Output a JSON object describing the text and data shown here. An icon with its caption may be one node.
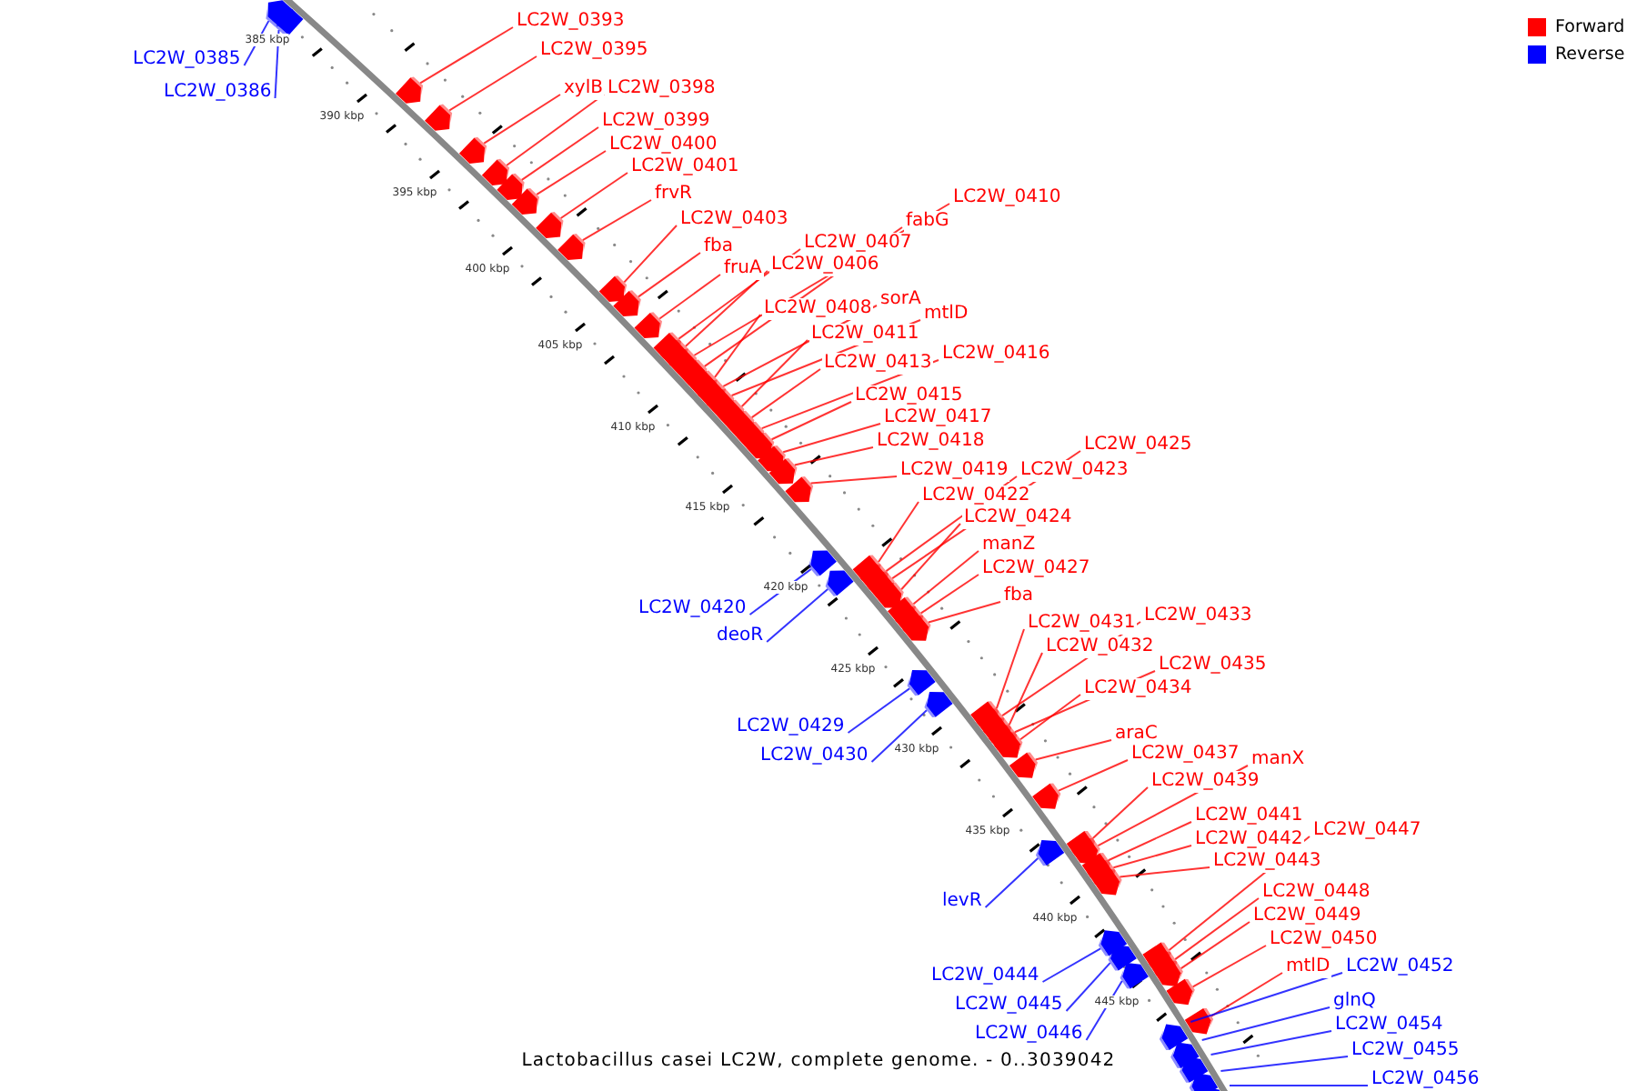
{
  "diagram": {
    "caption": "Lactobacillus casei LC2W, complete genome. - 0..3039042",
    "nodes": [
      {
        "text": [
          "LC2W_0385"
        ]
      },
      {
        "text": [
          "LC2W_0386"
        ]
      },
      {
        "text": [
          "LC2W_0393"
        ]
      },
      {
        "text": [
          "LC2W_0395"
        ]
      },
      {
        "text": [
          "xylB"
        ]
      },
      {
        "text": [
          "LC2W_0398"
        ]
      },
      {
        "text": [
          "LC2W_0399"
        ]
      },
      {
        "text": [
          "LC2W_0400"
        ]
      },
      {
        "text": [
          "LC2W_0401"
        ]
      },
      {
        "text": [
          "frvR"
        ]
      },
      {
        "text": [
          "LC2W_0403"
        ]
      },
      {
        "text": [
          "fba"
        ]
      },
      {
        "text": [
          "fruA"
        ]
      },
      {
        "text": [
          "LC2W_0407"
        ]
      },
      {
        "text": [
          "LC2W_0406"
        ]
      },
      {
        "text": [
          "LC2W_0410"
        ]
      },
      {
        "text": [
          "fabG"
        ]
      },
      {
        "text": [
          "LC2W_0408"
        ]
      },
      {
        "text": [
          "sorA"
        ]
      },
      {
        "text": [
          "mtlD"
        ]
      },
      {
        "text": [
          "LC2W_0411"
        ]
      },
      {
        "text": [
          "LC2W_0413"
        ]
      },
      {
        "text": [
          "LC2W_0416"
        ]
      },
      {
        "text": [
          "LC2W_0415"
        ]
      },
      {
        "text": [
          "LC2W_0417"
        ]
      },
      {
        "text": [
          "LC2W_0418"
        ]
      },
      {
        "text": [
          "LC2W_0419"
        ]
      },
      {
        "text": [
          "LC2W_0423"
        ]
      },
      {
        "text": [
          "LC2W_0425"
        ]
      },
      {
        "text": [
          "LC2W_0422"
        ]
      },
      {
        "text": [
          "LC2W_0424"
        ]
      },
      {
        "text": [
          "manZ"
        ]
      },
      {
        "text": [
          "LC2W_0427"
        ]
      },
      {
        "text": [
          "fba"
        ]
      },
      {
        "text": [
          "LC2W_0420"
        ]
      },
      {
        "text": [
          "deoR"
        ]
      },
      {
        "text": [
          "LC2W_0431"
        ]
      },
      {
        "text": [
          "LC2W_0433"
        ]
      },
      {
        "text": [
          "LC2W_0432"
        ]
      },
      {
        "text": [
          "LC2W_0435"
        ]
      },
      {
        "text": [
          "LC2W_0434"
        ]
      },
      {
        "text": [
          "araC"
        ]
      },
      {
        "text": [
          "LC2W_0437"
        ]
      },
      {
        "text": [
          "manX"
        ]
      },
      {
        "text": [
          "LC2W_0439"
        ]
      },
      {
        "text": [
          "LC2W_0441"
        ]
      },
      {
        "text": [
          "LC2W_0447"
        ]
      },
      {
        "text": [
          "LC2W_0442"
        ]
      },
      {
        "text": [
          "LC2W_0443"
        ]
      },
      {
        "text": [
          "LC2W_0448"
        ]
      },
      {
        "text": [
          "LC2W_0449"
        ]
      },
      {
        "text": [
          "LC2W_0450"
        ]
      },
      {
        "text": [
          "mtlD"
        ]
      },
      {
        "text": [
          "LC2W_0429"
        ]
      },
      {
        "text": [
          "LC2W_0430"
        ]
      },
      {
        "text": [
          "levR"
        ]
      },
      {
        "text": [
          "LC2W_0444"
        ]
      },
      {
        "text": [
          "LC2W_0445"
        ]
      },
      {
        "text": [
          "LC2W_0446"
        ]
      },
      {
        "text": [
          "LC2W_0452"
        ]
      },
      {
        "text": [
          "glnQ"
        ]
      },
      {
        "text": [
          "LC2W_0454"
        ]
      },
      {
        "text": [
          "LC2W_0455"
        ]
      },
      {
        "text": [
          "LC2W_0456"
        ]
      },
      {
        "text": [],
        "shape": "arrow"
      },
      {
        "text": [],
        "shape": "arrow"
      },
      {
        "text": [],
        "shape": "arrow"
      },
      {
        "text": [],
        "shape": "arrow"
      },
      {
        "text": [],
        "shape": "arrow"
      },
      {
        "text": [],
        "shape": "arrow"
      },
      {
        "text": [],
        "shape": "arrow"
      },
      {
        "text": [],
        "shape": "arrow"
      },
      {
        "text": [],
        "shape": "arrow"
      },
      {
        "text": [],
        "shape": "arrow"
      },
      {
        "text": [],
        "shape": "arrow"
      },
      {
        "text": [],
        "shape": "arrow"
      },
      {
        "text": [],
        "shape": "arrow"
      },
      {
        "text": [],
        "shape": "arrow"
      },
      {
        "text": [],
        "shape": "arrow"
      },
      {
        "text": [],
        "shape": "arrow"
      },
      {
        "text": [],
        "shape": "arrow"
      },
      {
        "text": [],
        "shape": "arrow"
      },
      {
        "text": [],
        "shape": "arrow"
      },
      {
        "text": [],
        "shape": "arrow"
      },
      {
        "text": [],
        "shape": "arrow"
      },
      {
        "text": [],
        "shape": "arrow"
      },
      {
        "text": [],
        "shape": "arrow"
      },
      {
        "text": [],
        "shape": "arrow"
      },
      {
        "text": [],
        "shape": "arrow"
      },
      {
        "text": [],
        "shape": "arrow"
      },
      {
        "text": [],
        "shape": "arrow"
      },
      {
        "text": [],
        "shape": "arrow"
      },
      {
        "text": [],
        "shape": "arrow"
      },
      {
        "text": [],
        "shape": "arrow"
      },
      {
        "text": [],
        "shape": "arrow"
      },
      {
        "text": [],
        "shape": "arrow"
      },
      {
        "text": [],
        "shape": "arrow"
      },
      {
        "text": [],
        "shape": "arrow"
      },
      {
        "text": [],
        "shape": "arrow"
      },
      {
        "text": [],
        "shape": "arrow"
      },
      {
        "text": [],
        "shape": "arrow"
      },
      {
        "text": [],
        "shape": "arrow"
      },
      {
        "text": [],
        "shape": "arrow"
      },
      {
        "text": [],
        "shape": "arrow"
      },
      {
        "text": [],
        "shape": "arrow"
      },
      {
        "text": [],
        "shape": "arrow"
      },
      {
        "text": [],
        "shape": "arrow"
      },
      {
        "text": [],
        "shape": "arrow"
      },
      {
        "text": [],
        "shape": "arrow"
      },
      {
        "text": [],
        "shape": "arrow"
      },
      {
        "text": [],
        "shape": "arrow"
      },
      {
        "text": [],
        "shape": "arrow"
      },
      {
        "text": [],
        "shape": "arrow"
      },
      {
        "text": [],
        "shape": "arrow"
      },
      {
        "text": [],
        "shape": "arrow"
      },
      {
        "text": [],
        "shape": "arrow"
      },
      {
        "text": [],
        "shape": "arrow"
      },
      {
        "text": [],
        "shape": "arrow"
      },
      {
        "text": [],
        "shape": "arrow"
      },
      {
        "text": [],
        "shape": "arrow"
      },
      {
        "text": [],
        "shape": "arrow"
      },
      {
        "text": [],
        "shape": "arrow"
      },
      {
        "text": [],
        "shape": "arrow"
      },
      {
        "text": [],
        "shape": "arrow"
      },
      {
        "text": [],
        "shape": "arrow"
      },
      {
        "text": [],
        "shape": "arrow"
      },
      {
        "text": [],
        "shape": "arrow"
      },
      {
        "text": [],
        "shape": "arrow"
      }
    ],
    "edges": [
      {
        "from": 0,
        "to": 64,
        "arrow": "none",
        "color": "#0000ff"
      },
      {
        "from": 1,
        "to": 65,
        "arrow": "none",
        "color": "#0000ff"
      },
      {
        "from": 2,
        "to": 66,
        "arrow": "none"
      },
      {
        "from": 3,
        "to": 67,
        "arrow": "none"
      },
      {
        "from": 4,
        "to": 68,
        "arrow": "none"
      },
      {
        "from": 5,
        "to": 69,
        "arrow": "none"
      },
      {
        "from": 6,
        "to": 70,
        "arrow": "none"
      },
      {
        "from": 7,
        "to": 71,
        "arrow": "none"
      },
      {
        "from": 8,
        "to": 72,
        "arrow": "none"
      },
      {
        "from": 9,
        "to": 73,
        "arrow": "none"
      },
      {
        "from": 10,
        "to": 74,
        "arrow": "none"
      },
      {
        "from": 11,
        "to": 75,
        "arrow": "none"
      },
      {
        "from": 12,
        "to": 76,
        "arrow": "none"
      },
      {
        "from": 13,
        "to": 77,
        "arrow": "none"
      },
      {
        "from": 14,
        "to": 78,
        "arrow": "none"
      },
      {
        "from": 15,
        "to": 79,
        "arrow": "none"
      },
      {
        "from": 16,
        "to": 80,
        "arrow": "none"
      },
      {
        "from": 17,
        "to": 81,
        "arrow": "none"
      },
      {
        "from": 18,
        "to": 82,
        "arrow": "none"
      },
      {
        "from": 19,
        "to": 83,
        "arrow": "none"
      },
      {
        "from": 20,
        "to": 84,
        "arrow": "none"
      },
      {
        "from": 21,
        "to": 85,
        "arrow": "none"
      },
      {
        "from": 22,
        "to": 86,
        "arrow": "none"
      },
      {
        "from": 23,
        "to": 87,
        "arrow": "none"
      },
      {
        "from": 24,
        "to": 88,
        "arrow": "none"
      },
      {
        "from": 25,
        "to": 89,
        "arrow": "none"
      },
      {
        "from": 26,
        "to": 90,
        "arrow": "none"
      },
      {
        "from": 27,
        "to": 91,
        "arrow": "none"
      },
      {
        "from": 28,
        "to": 92,
        "arrow": "none"
      },
      {
        "from": 29,
        "to": 93,
        "arrow": "none"
      },
      {
        "from": 30,
        "to": 94,
        "arrow": "none"
      },
      {
        "from": 31,
        "to": 95,
        "arrow": "none"
      },
      {
        "from": 32,
        "to": 96,
        "arrow": "none"
      },
      {
        "from": 33,
        "to": 97,
        "arrow": "none"
      },
      {
        "from": 34,
        "to": 98,
        "arrow": "none",
        "color": "#0000ff"
      },
      {
        "from": 35,
        "to": 99,
        "arrow": "none",
        "color": "#0000ff"
      },
      {
        "from": 36,
        "to": 100,
        "arrow": "none"
      },
      {
        "from": 37,
        "to": 101,
        "arrow": "none"
      },
      {
        "from": 38,
        "to": 102,
        "arrow": "none"
      },
      {
        "from": 39,
        "to": 103,
        "arrow": "none"
      },
      {
        "from": 40,
        "to": 104,
        "arrow": "none"
      },
      {
        "from": 41,
        "to": 105,
        "arrow": "none"
      },
      {
        "from": 42,
        "to": 106,
        "arrow": "none"
      },
      {
        "from": 43,
        "to": 107,
        "arrow": "none"
      },
      {
        "from": 44,
        "to": 108,
        "arrow": "none"
      },
      {
        "from": 45,
        "to": 109,
        "arrow": "none"
      },
      {
        "from": 46,
        "to": 110,
        "arrow": "none"
      },
      {
        "from": 47,
        "to": 111,
        "arrow": "none"
      },
      {
        "from": 48,
        "to": 112,
        "arrow": "none"
      },
      {
        "from": 49,
        "to": 113,
        "arrow": "none"
      },
      {
        "from": 50,
        "to": 114,
        "arrow": "none"
      },
      {
        "from": 51,
        "to": 115,
        "arrow": "none"
      },
      {
        "from": 52,
        "to": 116,
        "arrow": "none"
      },
      {
        "from": 53,
        "to": 117,
        "arrow": "none",
        "color": "#0000ff"
      },
      {
        "from": 54,
        "to": 118,
        "arrow": "none",
        "color": "#0000ff"
      },
      {
        "from": 55,
        "to": 119,
        "arrow": "none",
        "color": "#0000ff"
      },
      {
        "from": 56,
        "to": 120,
        "arrow": "none",
        "color": "#0000ff"
      },
      {
        "from": 57,
        "to": 121,
        "arrow": "none",
        "color": "#0000ff"
      },
      {
        "from": 58,
        "to": 122,
        "arrow": "none",
        "color": "#0000ff"
      },
      {
        "from": 59,
        "to": 123,
        "arrow": "none",
        "color": "#0000ff"
      },
      {
        "from": 60,
        "to": 124,
        "arrow": "none",
        "color": "#0000ff"
      },
      {
        "from": 61,
        "to": 125,
        "arrow": "none",
        "color": "#0000ff"
      },
      {
        "from": 62,
        "to": 126,
        "arrow": "none",
        "color": "#0000ff"
      },
      {
        "from": 63,
        "to": 127,
        "arrow": "none",
        "color": "#0000ff"
      }
    ],
    "labels": [
      "385 kbp",
      "390 kbp",
      "395 kbp",
      "400 kbp",
      "405 kbp",
      "410 kbp",
      "415 kbp",
      "420 kbp",
      "425 kbp",
      "430 kbp",
      "435 kbp",
      "440 kbp",
      "445 kbp"
    ],
    "legend": [
      {
        "text": "Forward",
        "color": "#ff0000"
      },
      {
        "text": "Reverse",
        "color": "#0000ff"
      }
    ]
  }
}
